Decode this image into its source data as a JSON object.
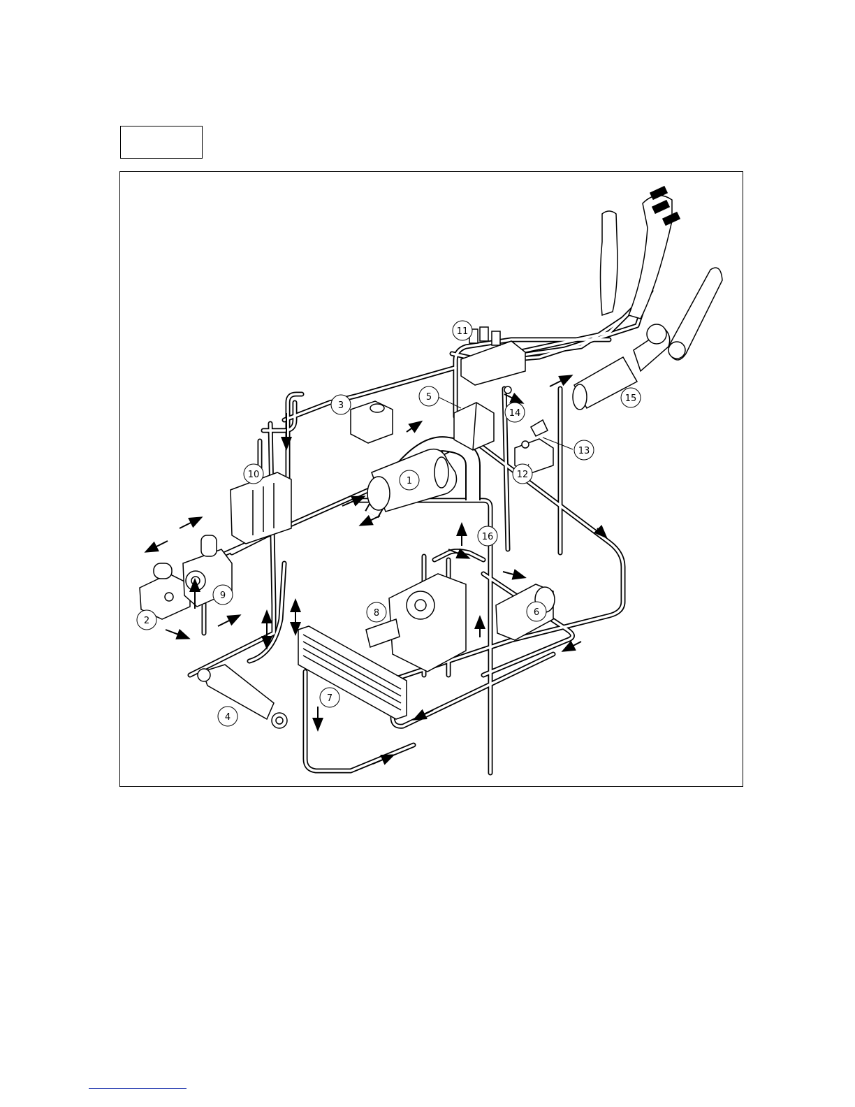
{
  "figure": {
    "label_box_text": "",
    "callouts": [
      {
        "id": "callout-1",
        "text": "1"
      },
      {
        "id": "callout-2",
        "text": "2"
      },
      {
        "id": "callout-3",
        "text": "3"
      },
      {
        "id": "callout-4",
        "text": "4"
      },
      {
        "id": "callout-5",
        "text": "5"
      },
      {
        "id": "callout-6",
        "text": "6"
      },
      {
        "id": "callout-7",
        "text": "7"
      },
      {
        "id": "callout-8",
        "text": "8"
      },
      {
        "id": "callout-9",
        "text": "9"
      },
      {
        "id": "callout-10",
        "text": "10"
      },
      {
        "id": "callout-11",
        "text": "11"
      },
      {
        "id": "callout-12",
        "text": "12"
      },
      {
        "id": "callout-13",
        "text": "13"
      },
      {
        "id": "callout-14",
        "text": "14"
      },
      {
        "id": "callout-15",
        "text": "15"
      },
      {
        "id": "callout-16",
        "text": "16"
      }
    ]
  }
}
